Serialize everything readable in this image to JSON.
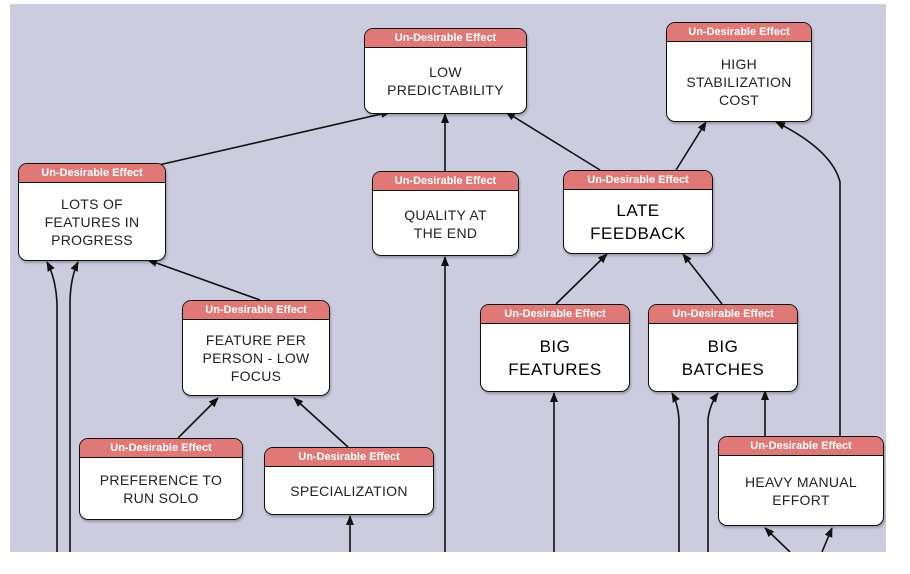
{
  "diagram": {
    "node_header": "Un-Desirable Effect",
    "nodes": [
      {
        "id": "low-predictability",
        "text": "LOW\nPREDICTABILITY"
      },
      {
        "id": "high-stabilization-cost",
        "text": "HIGH\nSTABILIZATION\nCOST"
      },
      {
        "id": "lots-of-features-in-progress",
        "text": "LOTS OF\nFEATURES IN\nPROGRESS"
      },
      {
        "id": "quality-at-the-end",
        "text": "QUALITY AT\nTHE END"
      },
      {
        "id": "late-feedback",
        "text": "LATE\nFEEDBACK"
      },
      {
        "id": "feature-per-person-low-focus",
        "text": "FEATURE PER\nPERSON - LOW\nFOCUS"
      },
      {
        "id": "big-features",
        "text": "BIG\nFEATURES"
      },
      {
        "id": "big-batches",
        "text": "BIG\nBATCHES"
      },
      {
        "id": "preference-to-run-solo",
        "text": "PREFERENCE TO\nRUN SOLO"
      },
      {
        "id": "specialization",
        "text": "SPECIALIZATION"
      },
      {
        "id": "heavy-manual-effort",
        "text": "HEAVY MANUAL\nEFFORT"
      }
    ],
    "edges": [
      {
        "from": "lots-of-features-in-progress",
        "to": "low-predictability"
      },
      {
        "from": "quality-at-the-end",
        "to": "low-predictability"
      },
      {
        "from": "late-feedback",
        "to": "low-predictability"
      },
      {
        "from": "late-feedback",
        "to": "high-stabilization-cost"
      },
      {
        "from": "heavy-manual-effort",
        "to": "high-stabilization-cost"
      },
      {
        "from": "feature-per-person-low-focus",
        "to": "lots-of-features-in-progress"
      },
      {
        "from": "big-features",
        "to": "late-feedback"
      },
      {
        "from": "big-batches",
        "to": "late-feedback"
      },
      {
        "from": "preference-to-run-solo",
        "to": "feature-per-person-low-focus"
      },
      {
        "from": "specialization",
        "to": "feature-per-person-low-focus"
      },
      {
        "from": "heavy-manual-effort",
        "to": "big-batches"
      }
    ]
  }
}
